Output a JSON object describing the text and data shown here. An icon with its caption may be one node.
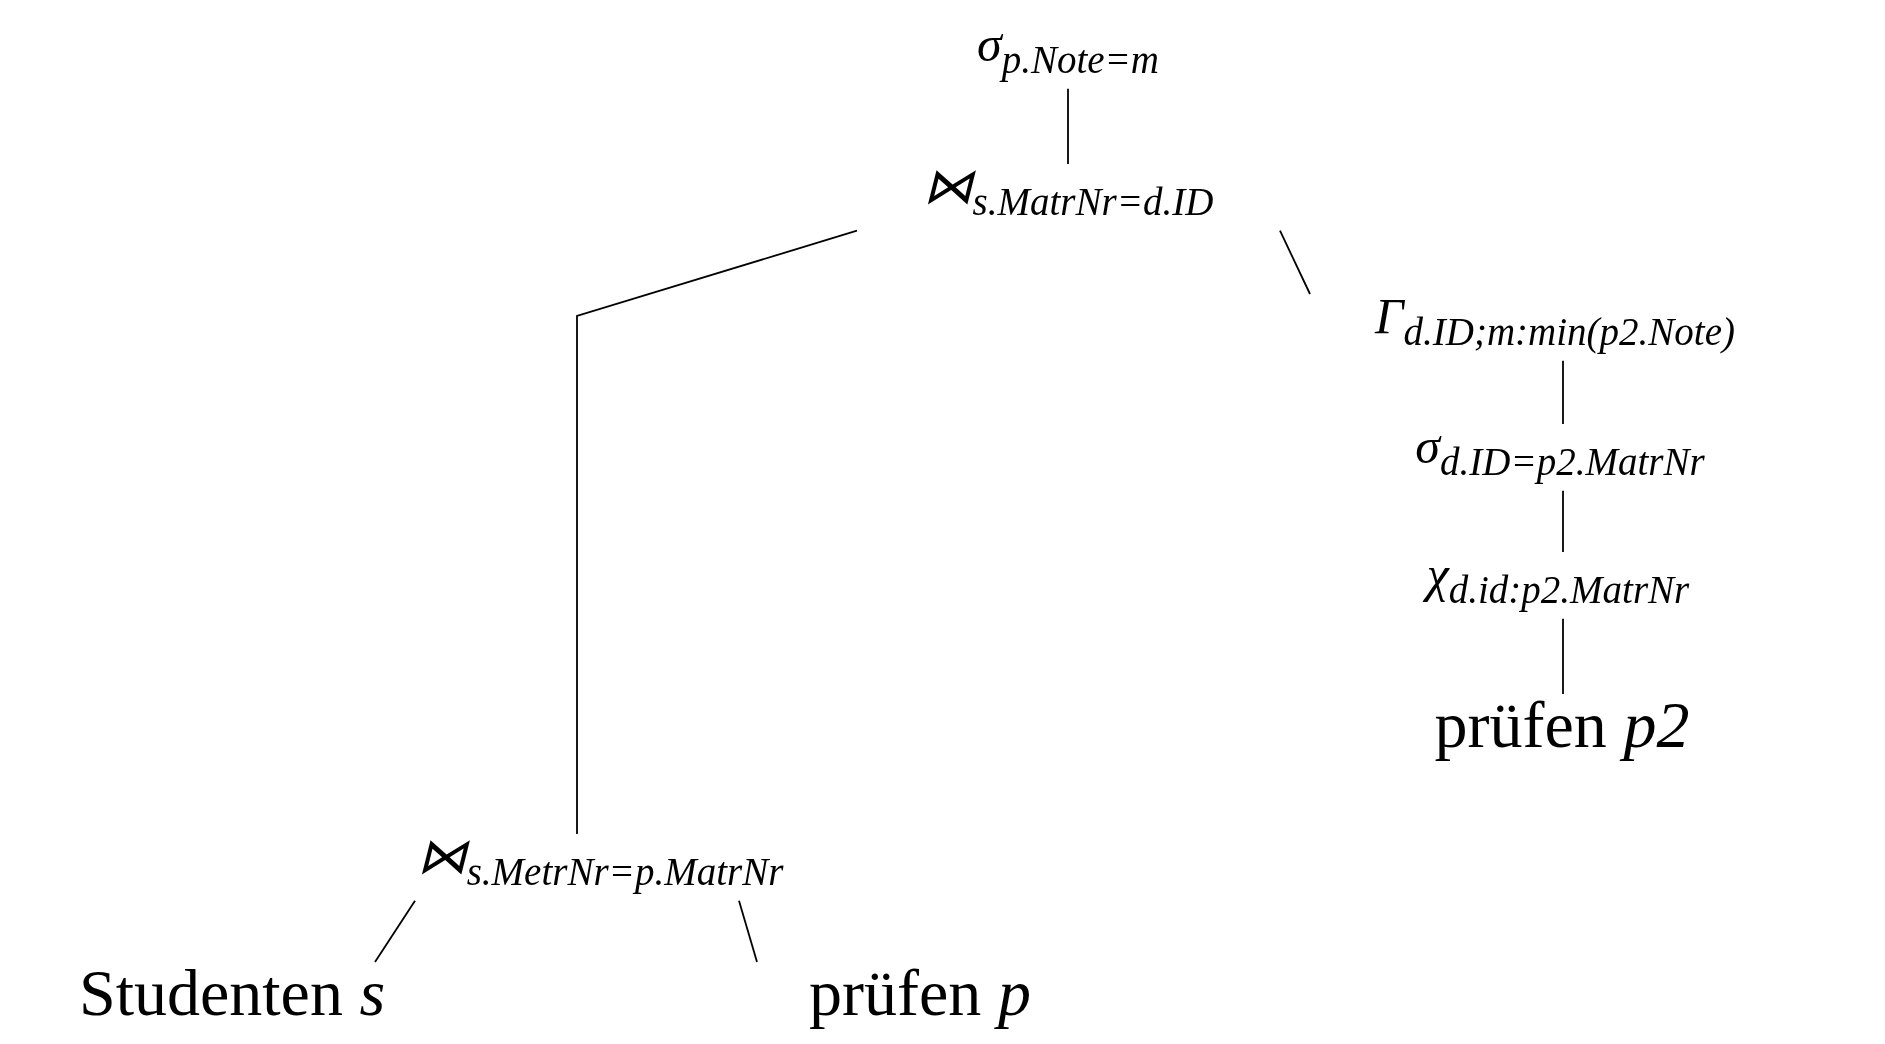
{
  "diagram": {
    "nodes": [
      {
        "text": [
          "σ$_{p.Note=m}$"
        ]
      },
      {
        "text": [
          "⋈$_{s.MatrNr=d.ID}$"
        ]
      },
      {
        "text": [
          "Γ$_{d.ID;m:min(p2.Note)}$"
        ]
      },
      {
        "text": [
          "σ$_{d.ID=p2.MatrNr}$"
        ]
      },
      {
        "text": [
          "χ$_{d.id:p2.MatrNr}$"
        ]
      },
      {
        "text": [
          "prüfen *p2*"
        ]
      },
      {
        "text": [
          "⋈$_{s.MetrNr=p.MatrNr}$"
        ]
      },
      {
        "text": [
          "Studenten *s*"
        ]
      },
      {
        "text": [
          "prüfen *p*"
        ]
      }
    ],
    "edges": [
      {
        "from": 1,
        "to": 0,
        "arrow": "none"
      },
      {
        "from": 6,
        "to": 1,
        "arrow": "none"
      },
      {
        "from": 2,
        "to": 1,
        "arrow": "none"
      },
      {
        "from": 3,
        "to": 2,
        "arrow": "none"
      },
      {
        "from": 4,
        "to": 3,
        "arrow": "none"
      },
      {
        "from": 5,
        "to": 4,
        "arrow": "none"
      },
      {
        "from": 7,
        "to": 6,
        "arrow": "none"
      },
      {
        "from": 8,
        "to": 6,
        "arrow": "none"
      }
    ]
  }
}
